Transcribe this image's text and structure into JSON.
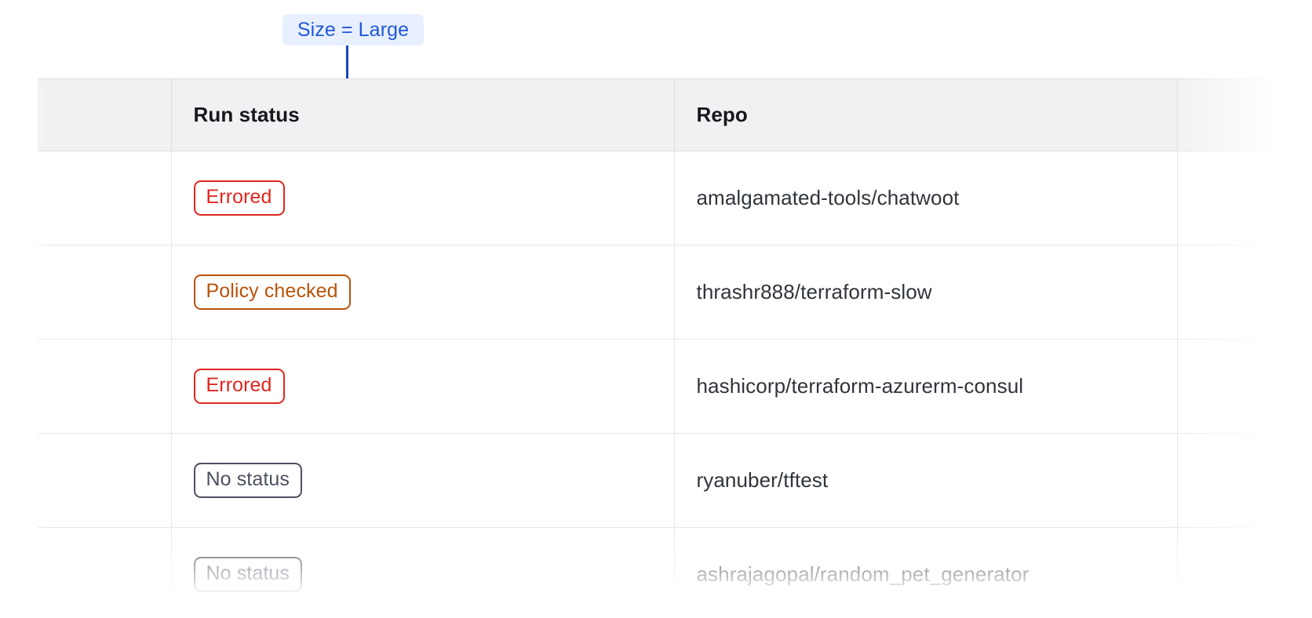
{
  "annotation": {
    "label": "Size = Large",
    "accent_color": "#1b45c4",
    "background_color": "#e8efff",
    "text_color": "#1f58d8",
    "connector": "vertical-line-with-dot"
  },
  "table": {
    "columns": [
      {
        "key": "spacer",
        "label": ""
      },
      {
        "key": "run_status",
        "label": "Run status"
      },
      {
        "key": "repo",
        "label": "Repo"
      },
      {
        "key": "extra",
        "label": ""
      }
    ],
    "rows": [
      {
        "spacer": "",
        "status": "Errored",
        "status_variant": "errored",
        "repo": "amalgamated-tools/chatwoot",
        "extra": ""
      },
      {
        "spacer": "",
        "status": "Policy checked",
        "status_variant": "policy-checked",
        "repo": "thrashr888/terraform-slow",
        "extra": ""
      },
      {
        "spacer": "",
        "status": "Errored",
        "status_variant": "errored",
        "repo": "hashicorp/terraform-azurerm-consul",
        "extra": ""
      },
      {
        "spacer": "",
        "status": "No status",
        "status_variant": "no-status",
        "repo": "ryanuber/tftest",
        "extra": ""
      },
      {
        "spacer": "",
        "status": "No status",
        "status_variant": "no-status",
        "repo": "ashrajagopal/random_pet_generator",
        "extra": ""
      }
    ]
  },
  "colors": {
    "errored": "#e0261f",
    "policy_checked": "#b9530a",
    "no_status": "#4b5060",
    "header_background": "#f0f1f3",
    "border": "#dcdee2",
    "row_border": "#e6e7ea",
    "body_text": "#30343b",
    "header_text": "#16181c"
  }
}
